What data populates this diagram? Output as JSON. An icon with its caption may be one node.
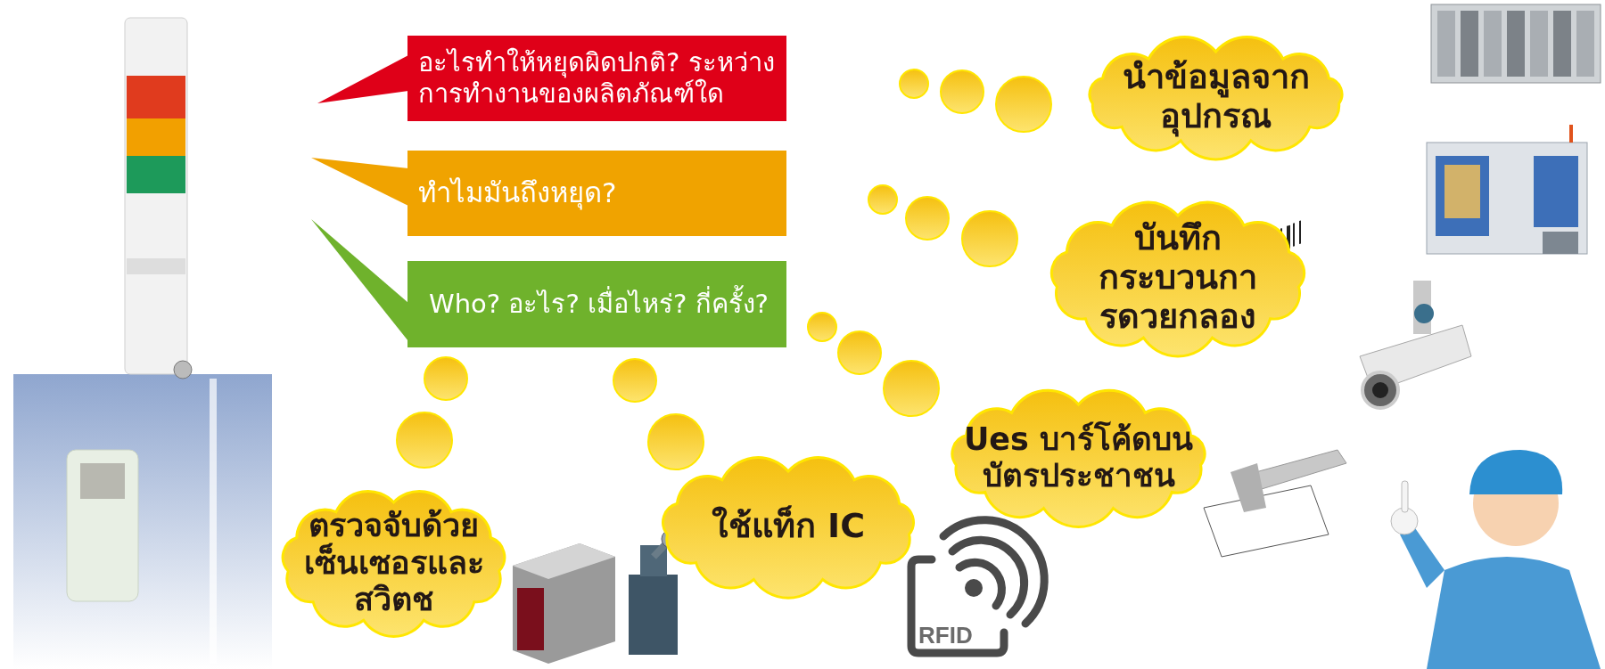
{
  "diagram": {
    "nodes": [
      {
        "text": [
          "อะไรทำให้หยุดผิดปกติ? ระหว่างการทำงานของผลิตภัณฑ์ใด"
        ]
      },
      {
        "text": [
          "ทำไมมันถึงหยุด?"
        ]
      },
      {
        "text": [
          "Who? อะไร? เมื่อไหร่? กี่ครั้ง?"
        ]
      },
      {
        "text": [
          "นำข้อมูลจากอุปกรณ"
        ]
      },
      {
        "text": [
          "บันทึกกระบวนการดวยกลอง"
        ]
      },
      {
        "text": [
          "Ues บาร์โค้ดบนบัตรประชาชน"
        ]
      },
      {
        "text": [
          "ใช้แท็ก IC"
        ]
      },
      {
        "text": [
          "ตรวจจับด้วยเซ็นเซอรและสวิตช"
        ]
      }
    ],
    "labels": [
      "RFID"
    ]
  }
}
